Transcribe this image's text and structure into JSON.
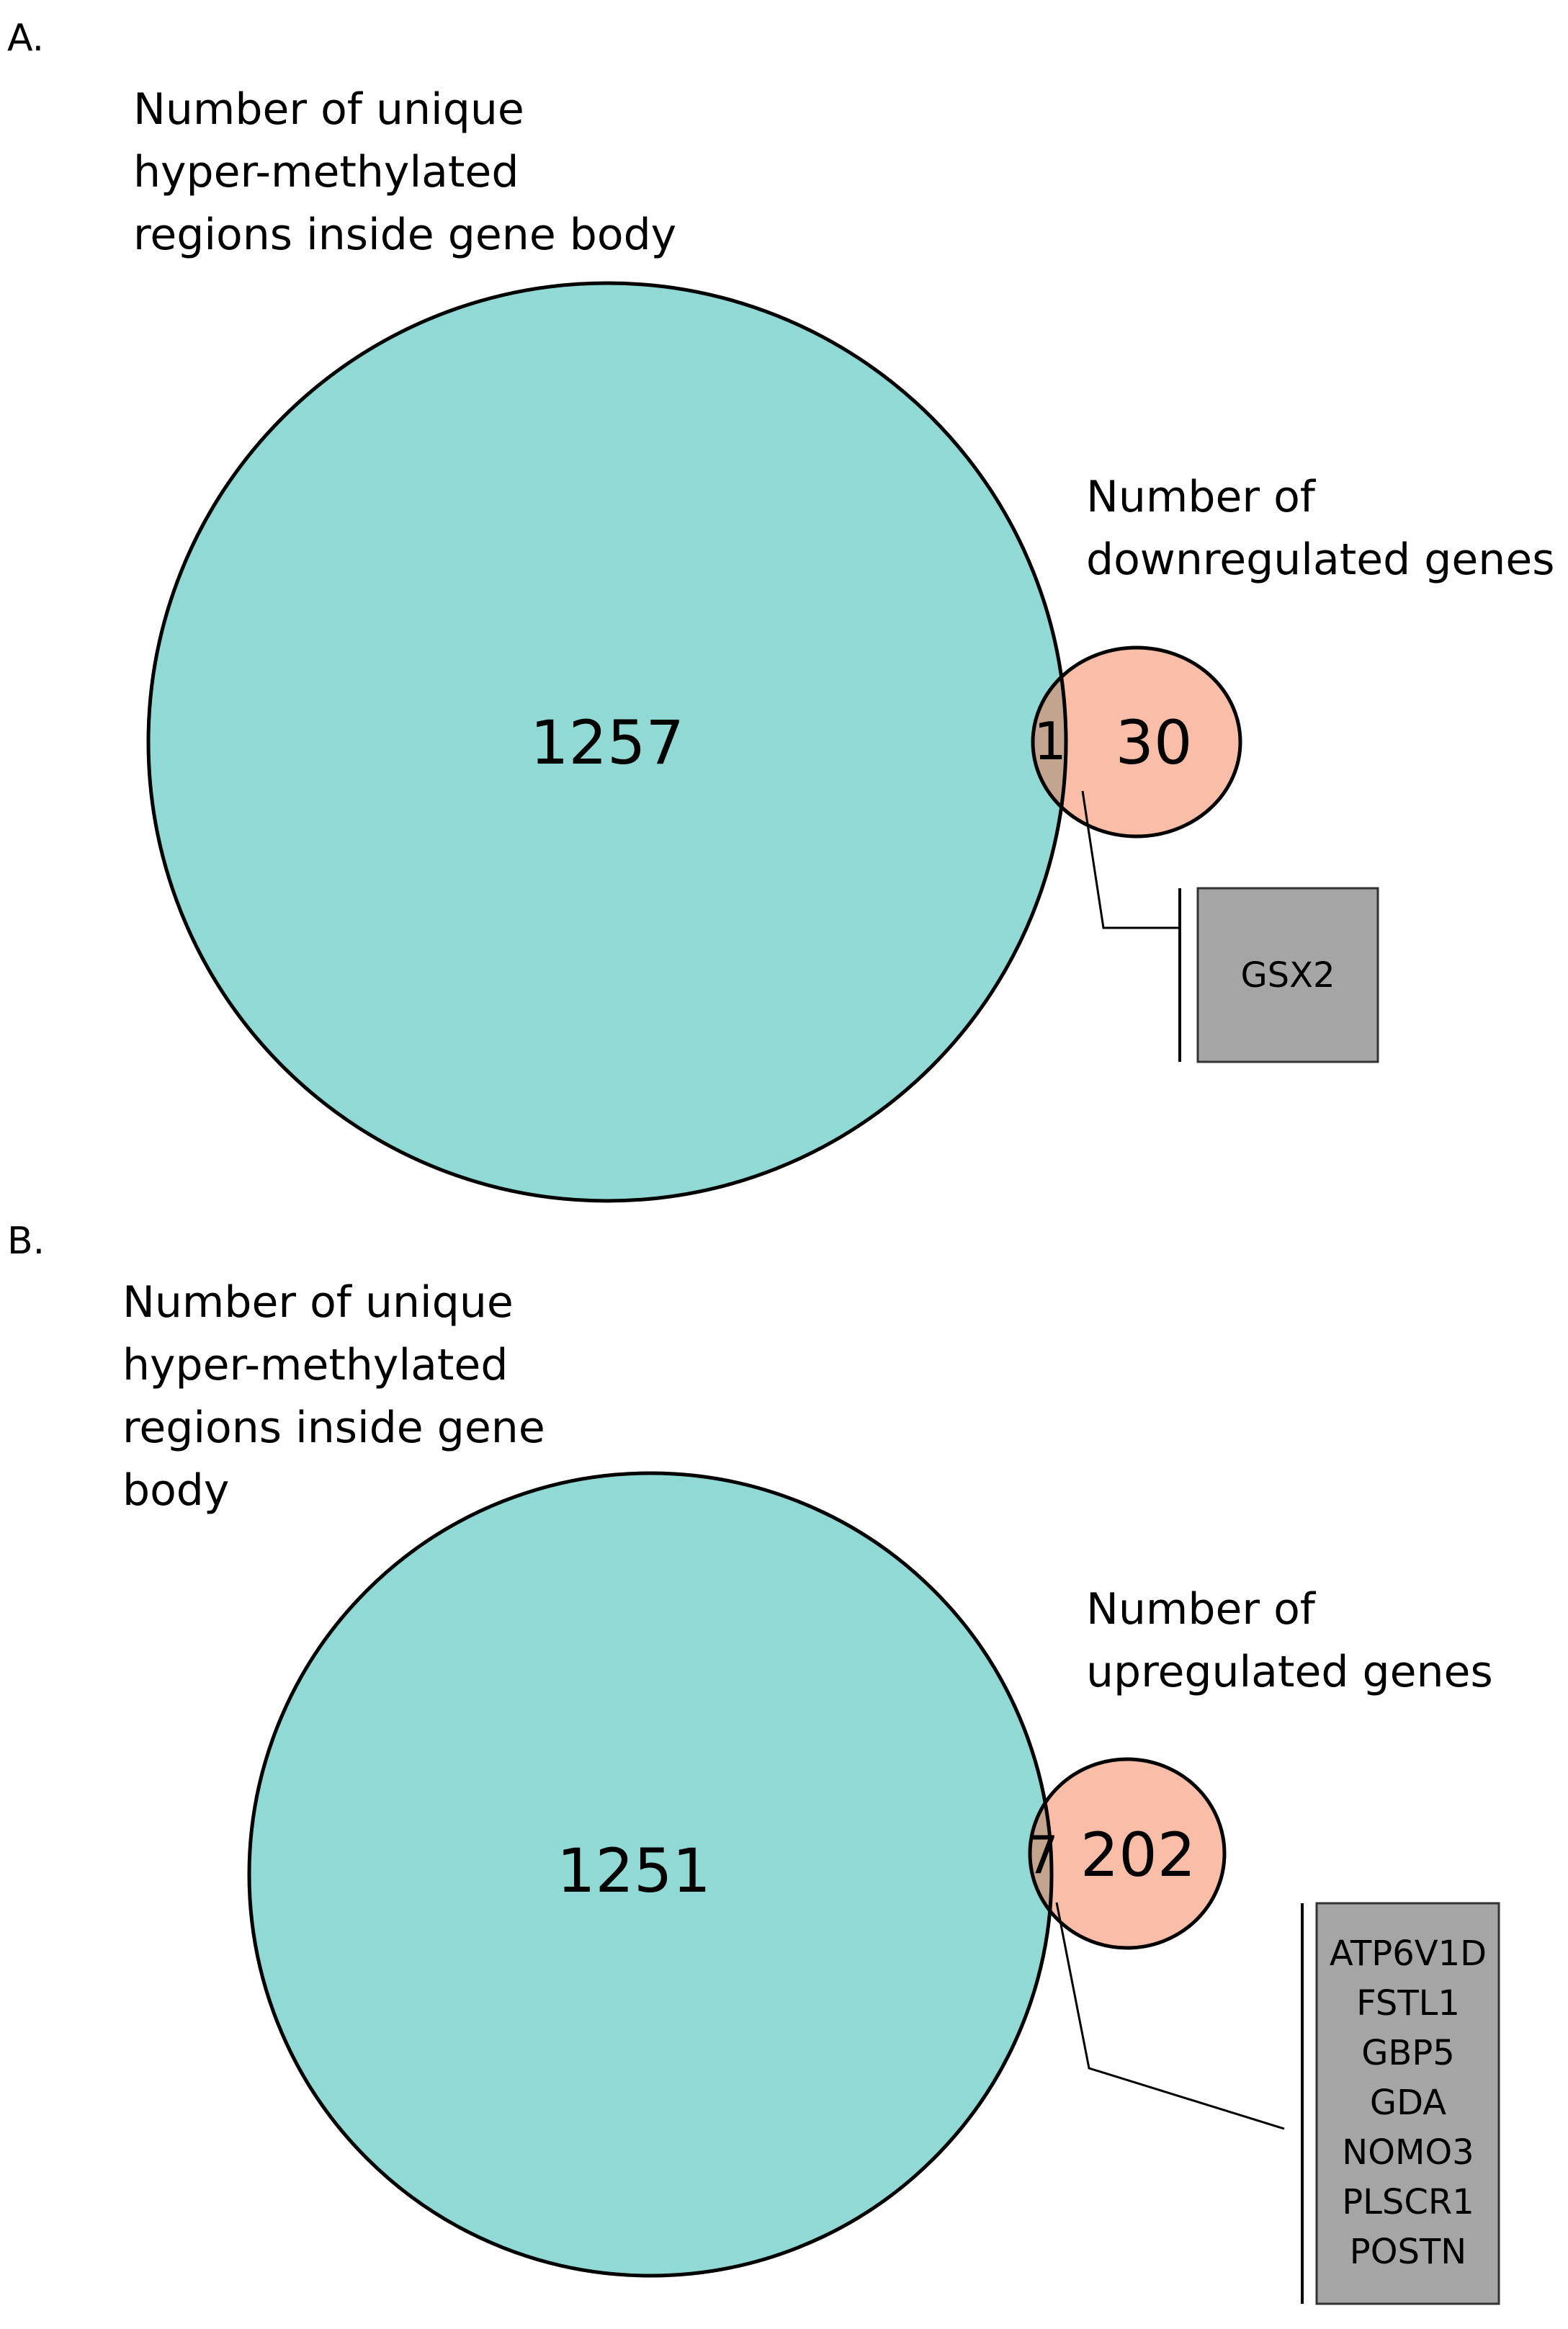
{
  "panels": [
    {
      "label": "A.",
      "left_set": {
        "label_lines": [
          "Number of unique",
          "hyper-methylated",
          "regions inside gene body"
        ],
        "count": "1257",
        "color": "#91d9d5"
      },
      "right_set": {
        "label_lines": [
          "Number of",
          "downregulated genes"
        ],
        "count": "30",
        "color": "#f9bda8"
      },
      "overlap": {
        "count": "1",
        "color": "#c3a48f"
      },
      "gene_box": {
        "genes": [
          "GSX2"
        ],
        "color": "#a5a5a5"
      }
    },
    {
      "label": "B.",
      "left_set": {
        "label_lines": [
          "Number of unique",
          "hyper-methylated",
          "regions inside gene",
          "body"
        ],
        "count": "1251",
        "color": "#91d9d5"
      },
      "right_set": {
        "label_lines": [
          "Number of",
          "upregulated genes"
        ],
        "count": "202",
        "color": "#f9bda8"
      },
      "overlap": {
        "count": "7",
        "color": "#c3a48f"
      },
      "gene_box": {
        "genes": [
          "ATP6V1D",
          "FSTL1",
          "GBP5",
          "GDA",
          "NOMO3",
          "PLSCR1",
          "POSTN"
        ],
        "color": "#a5a5a5"
      }
    }
  ]
}
